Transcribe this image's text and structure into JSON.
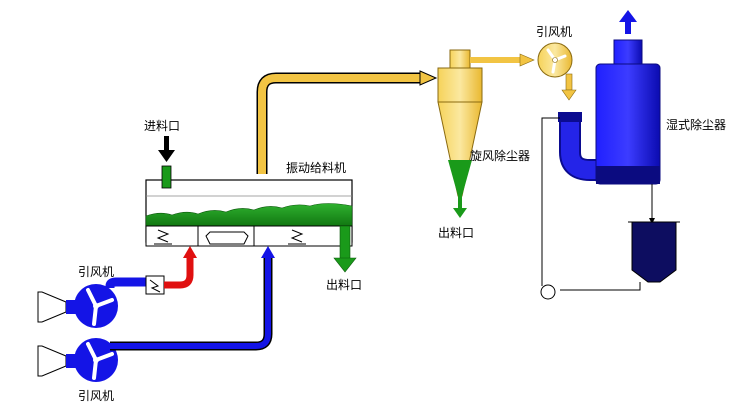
{
  "labels": {
    "feed_inlet": "进料口",
    "vibrating_feeder": "振动给料机",
    "outlet_main": "出料口",
    "cyclone": "旋风除尘器",
    "outlet_cyclone": "出料口",
    "fan_top": "引风机",
    "wet_scrubber": "湿式除尘器",
    "fan_left_upper": "引风机",
    "fan_left_lower": "引风机"
  },
  "colors": {
    "hot_air_duct": "#f0c040",
    "cold_air_duct": "#1414e6",
    "heated_air": "#e01010",
    "material": "#1a9a1a",
    "fan_body": "#1414e6",
    "scrubber_body": "#1414e6",
    "outline": "#000000"
  }
}
